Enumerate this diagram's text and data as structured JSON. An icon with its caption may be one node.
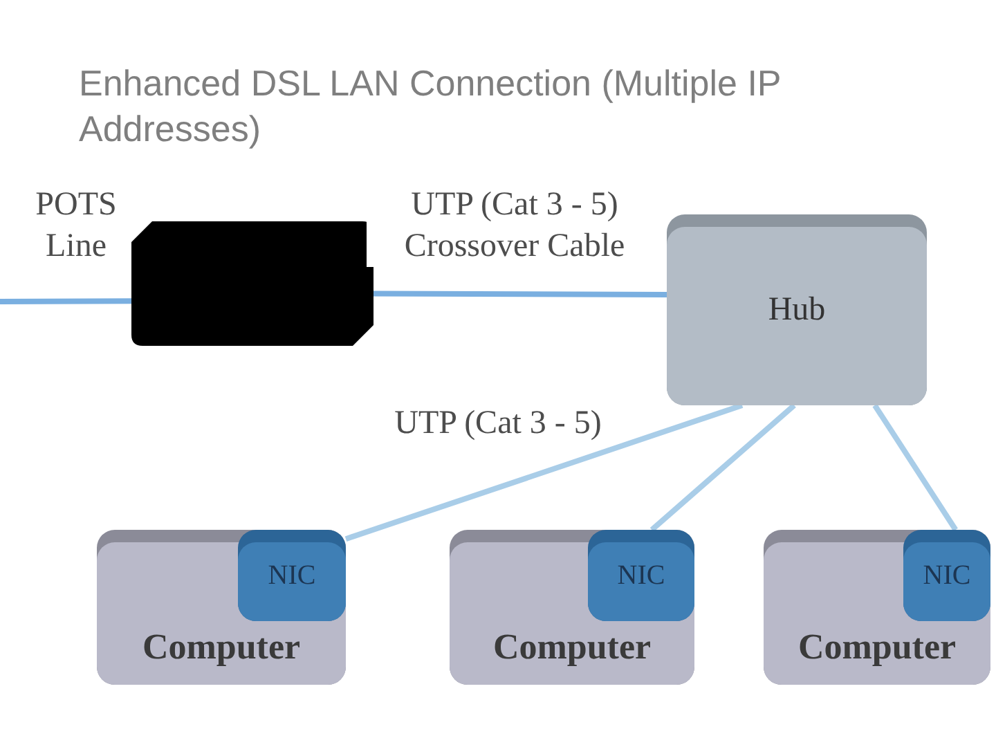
{
  "diagram": {
    "title": "Enhanced DSL LAN Connection (Multiple IP Addresses)",
    "nodes": [
      {
        "text": [],
        "shape": "box"
      },
      {
        "text": [
          "Hub"
        ]
      },
      {
        "text": [
          "Computer"
        ]
      },
      {
        "text": [
          "NIC"
        ],
        "in": 2
      },
      {
        "text": [
          "Computer"
        ]
      },
      {
        "text": [
          "NIC"
        ],
        "in": 4
      },
      {
        "text": [
          "Computer"
        ]
      },
      {
        "text": [
          "NIC"
        ],
        "in": 6
      }
    ],
    "edges": [
      {
        "from": null,
        "to": 0,
        "arrow": "none",
        "label": "POTS Line",
        "color": "#7aafe0"
      },
      {
        "from": 0,
        "to": 1,
        "arrow": "none",
        "label": "UTP (Cat 3 - 5) Crossover Cable",
        "color": "#7aafe0"
      },
      {
        "from": 1,
        "to": 3,
        "arrow": "none",
        "label": "UTP (Cat 3 - 5)"
      },
      {
        "from": 1,
        "to": 5,
        "arrow": "none"
      },
      {
        "from": 1,
        "to": 7,
        "arrow": "none"
      }
    ]
  }
}
